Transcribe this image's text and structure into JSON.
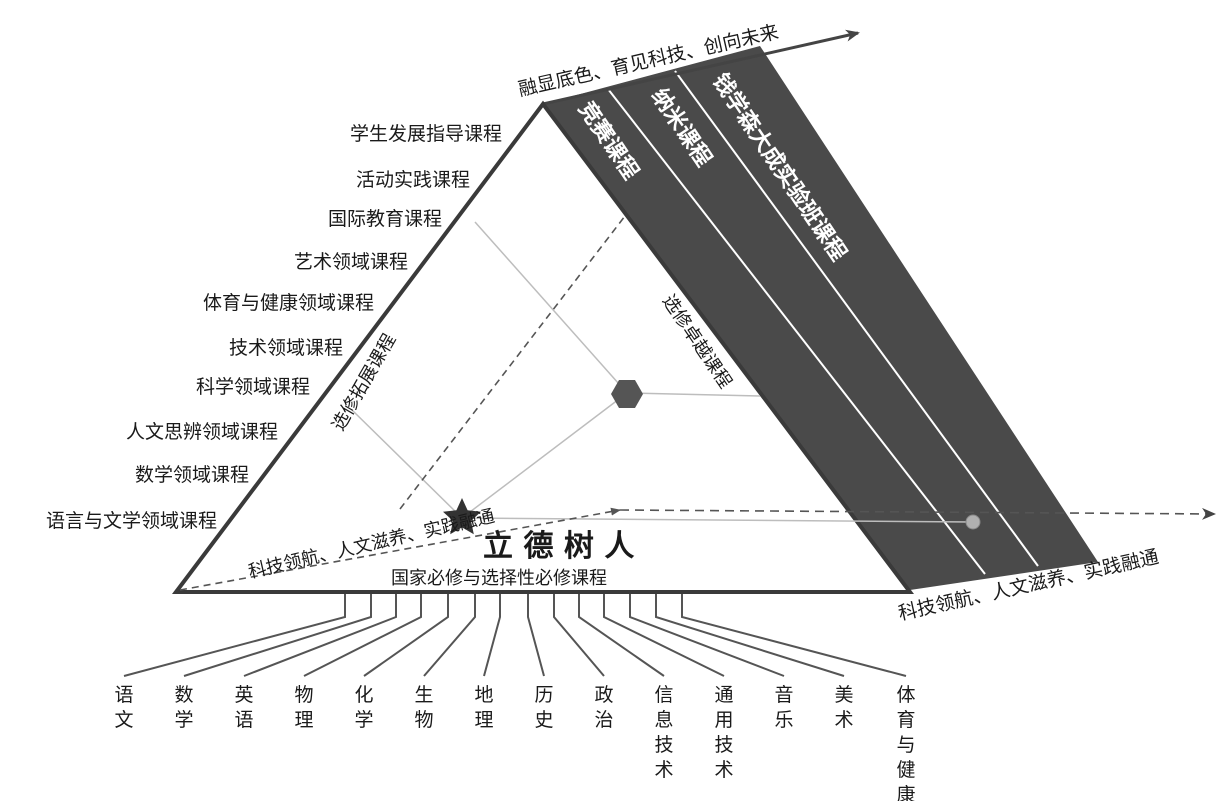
{
  "top_arrow_label": "融显底色、育见科技、创向未来",
  "left_courses": [
    "学生发展指导课程",
    "活动实践课程",
    "国际教育课程",
    "艺术领域课程",
    "体育与健康领域课程",
    "技术领域课程",
    "科学领域课程",
    "人文思辨领域课程",
    "数学领域课程",
    "语言与文学领域课程"
  ],
  "bands": [
    "竞赛课程",
    "纳米课程",
    "钱学森大成实验班课程"
  ],
  "inner_left_edge": "选修拓展课程",
  "inner_right_edge": "选修卓越课程",
  "inner_bottom_path": "科技领航、人文滋养、实践融通",
  "center_text": "立 德 树 人",
  "base_label": "国家必修与选择性必修课程",
  "bottom_arrow_label": "科技领航、人文滋养、实践融通",
  "subjects": [
    "语文",
    "数学",
    "英语",
    "物理",
    "化学",
    "生物",
    "地理",
    "历史",
    "政治",
    "信息技术",
    "通用技术",
    "音乐",
    "美术",
    "体育与健康"
  ],
  "colors": {
    "band_fill": "#4a4a4a",
    "outline": "#3a3a3a",
    "hexagon": "#555555",
    "circle": "#b0b0b0"
  }
}
